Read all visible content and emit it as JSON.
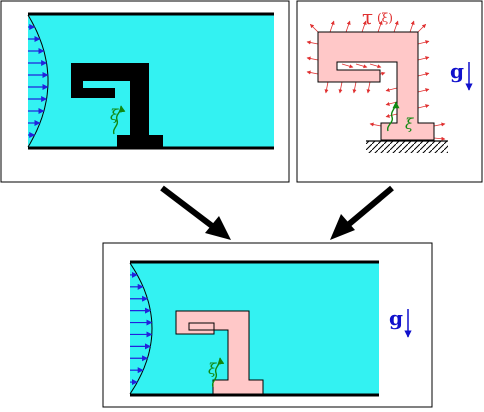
{
  "colors": {
    "fluid": "#33f2f2",
    "body_solid": "#000000",
    "body_soft": "#ffc8c8",
    "flow_arrow": "#2222dd",
    "stress_arrow": "#e03030",
    "coordinate": "#118811",
    "gravity": "#1111cc"
  },
  "labels": {
    "stress": "τ",
    "stress_arg": "(ξ)",
    "coord_fluid": "ξ",
    "coord_solid": "ξ",
    "coord_coupled": "ξ",
    "gravity_solid": "g",
    "gravity_coupled": "g"
  },
  "icons": {
    "flow_profile": "parabolic-velocity-profile-icon",
    "gravity": "down-arrow-icon",
    "coordinate": "curved-coordinate-arrow-icon",
    "ground": "hatched-ground-icon",
    "combine": "diagonal-arrow-icon"
  }
}
